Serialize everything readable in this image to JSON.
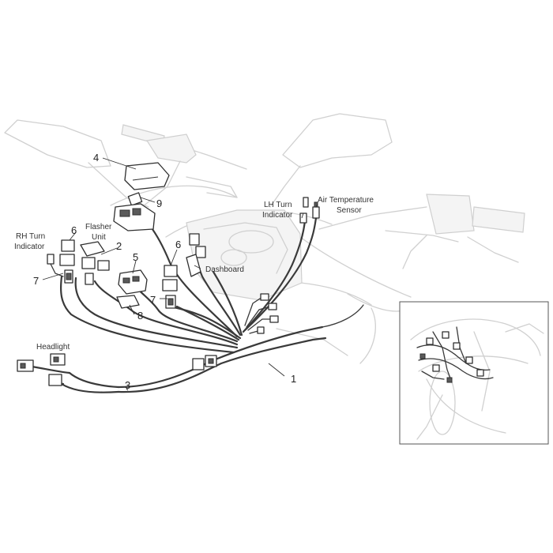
{
  "callouts": {
    "c1": "1",
    "c2": "2",
    "c3": "3",
    "c4": "4",
    "c5": "5",
    "c6a": "6",
    "c6b": "6",
    "c7a": "7",
    "c7b": "7",
    "c8": "8",
    "c9": "9"
  },
  "labels": {
    "rh_turn_1": "RH Turn",
    "rh_turn_2": "Indicator",
    "flasher_1": "Flasher",
    "flasher_2": "Unit",
    "lh_turn_1": "LH Turn",
    "lh_turn_2": "Indicator",
    "air_temp_1": "Air Temperature",
    "air_temp_2": "Sensor",
    "dashboard": "Dashboard",
    "headlight": "Headlight"
  }
}
